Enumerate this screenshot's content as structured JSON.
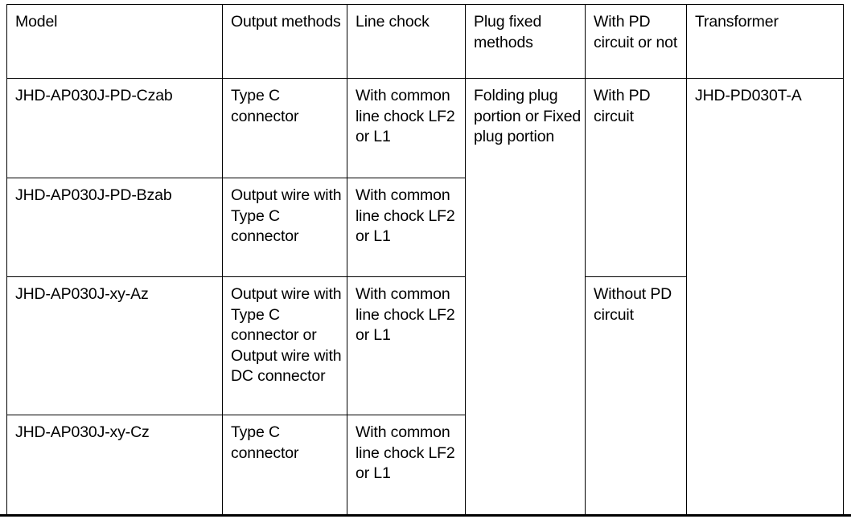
{
  "table": {
    "headers": [
      "Model",
      "Output methods",
      "Line chock",
      "Plug fixed methods",
      "With PD circuit or not",
      "Transformer"
    ],
    "rows": [
      {
        "model": "JHD-AP030J-PD-Czab",
        "output_methods": "Type C connector",
        "line_chock": "With common line chock LF2 or L1"
      },
      {
        "model": "JHD-AP030J-PD-Bzab",
        "output_methods": "Output wire with Type C connector",
        "line_chock": "With common line chock LF2 or L1"
      },
      {
        "model": "JHD-AP030J-xy-Az",
        "output_methods": "Output wire with Type C connector or Output wire with DC connector",
        "line_chock": "With common line chock LF2 or L1"
      },
      {
        "model": "JHD-AP030J-xy-Cz",
        "output_methods": "Type C connector",
        "line_chock": "With common line chock LF2 or L1"
      }
    ],
    "merged": {
      "plug_fixed_methods": "Folding plug portion or Fixed plug portion",
      "pd_circuit_with": "With PD circuit",
      "pd_circuit_without": "Without PD circuit",
      "transformer": "JHD-PD030T-A"
    }
  },
  "colors": {
    "border": "#000000",
    "text": "#000000",
    "background": "#ffffff"
  }
}
